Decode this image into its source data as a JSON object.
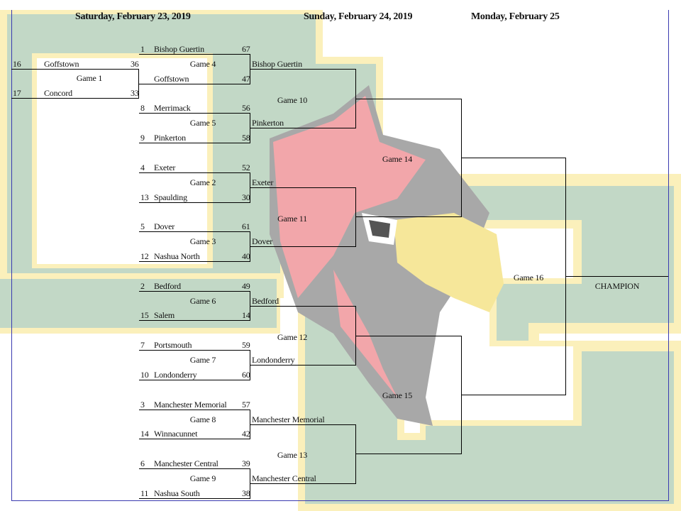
{
  "headers": {
    "day1": "Saturday, February 23, 2019",
    "day2": "Sunday, February 24, 2019",
    "day3": "Monday, February 25"
  },
  "colors": {
    "green": "#c2d8c6",
    "yellow": "#fbf0bb",
    "cardinal_red": "#f2a6aa",
    "cardinal_gray": "#a8a8a8",
    "beak": "#f6e79a",
    "frame": "#3a3ab0"
  },
  "first_round": {
    "game1": {
      "label": "Game 1",
      "top": {
        "seed": "16",
        "team": "Goffstown",
        "score": "36"
      },
      "bottom": {
        "seed": "17",
        "team": "Concord",
        "score": "33"
      }
    }
  },
  "round_of_16": [
    {
      "label": "Game 4",
      "top": {
        "seed": "1",
        "team": "Bishop Guertin",
        "score": "67"
      },
      "bottom": {
        "seed": "",
        "team": "Goffstown",
        "score": "47"
      }
    },
    {
      "label": "Game 5",
      "top": {
        "seed": "8",
        "team": "Merrimack",
        "score": "56"
      },
      "bottom": {
        "seed": "9",
        "team": "Pinkerton",
        "score": "58"
      }
    },
    {
      "label": "Game 2",
      "top": {
        "seed": "4",
        "team": "Exeter",
        "score": "52"
      },
      "bottom": {
        "seed": "13",
        "team": "Spaulding",
        "score": "30"
      }
    },
    {
      "label": "Game 3",
      "top": {
        "seed": "5",
        "team": "Dover",
        "score": "61"
      },
      "bottom": {
        "seed": "12",
        "team": "Nashua North",
        "score": "40"
      }
    },
    {
      "label": "Game 6",
      "top": {
        "seed": "2",
        "team": "Bedford",
        "score": "49"
      },
      "bottom": {
        "seed": "15",
        "team": "Salem",
        "score": "14"
      }
    },
    {
      "label": "Game 7",
      "top": {
        "seed": "7",
        "team": "Portsmouth",
        "score": "59"
      },
      "bottom": {
        "seed": "10",
        "team": "Londonderry",
        "score": "60"
      }
    },
    {
      "label": "Game 8",
      "top": {
        "seed": "3",
        "team": "Manchester Memorial",
        "score": "57"
      },
      "bottom": {
        "seed": "14",
        "team": "Winnacunnet",
        "score": "42"
      }
    },
    {
      "label": "Game 9",
      "top": {
        "seed": "6",
        "team": "Manchester Central",
        "score": "39"
      },
      "bottom": {
        "seed": "11",
        "team": "Nashua South",
        "score": "38"
      }
    }
  ],
  "quarterfinals": [
    {
      "label": "Game 10",
      "top": "Bishop Guertin",
      "bottom": "Pinkerton"
    },
    {
      "label": "Game 11",
      "top": "Exeter",
      "bottom": "Dover"
    },
    {
      "label": "Game 12",
      "top": "Bedford",
      "bottom": "Londonderry"
    },
    {
      "label": "Game 13",
      "top": "Manchester Memorial",
      "bottom": "Manchester Central"
    }
  ],
  "semifinals": [
    {
      "label": "Game 14"
    },
    {
      "label": "Game 15"
    }
  ],
  "final": {
    "label": "Game 16",
    "champion_label": "CHAMPION"
  }
}
